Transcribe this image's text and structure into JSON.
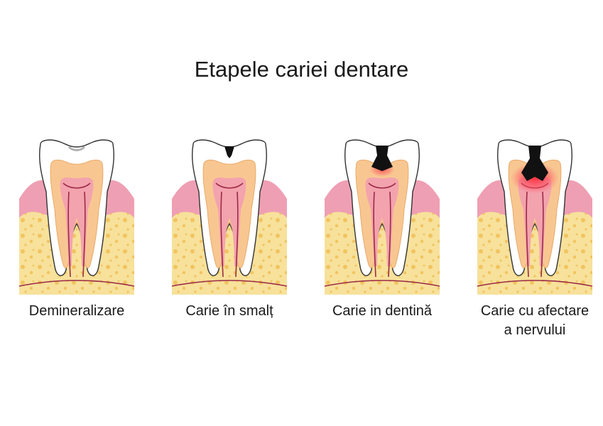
{
  "title": "Etapele cariei dentare",
  "colors": {
    "bone": "#f7e19b",
    "bone_dots": "#f1c45f",
    "gum": "#ef9fb3",
    "enamel": "#ffffff",
    "dentin": "#f8c791",
    "pulp": "#f3a3ad",
    "nerve": "#9c2a47",
    "decay": "#111111",
    "inflammation": "#ff3b4a"
  },
  "stages": [
    {
      "label_lines": [
        "Demineralizare"
      ]
    },
    {
      "label_lines": [
        "Carie în smalț"
      ]
    },
    {
      "label_lines": [
        "Carie in dentină"
      ]
    },
    {
      "label_lines": [
        "Carie cu afectare",
        "a nervului"
      ]
    }
  ]
}
